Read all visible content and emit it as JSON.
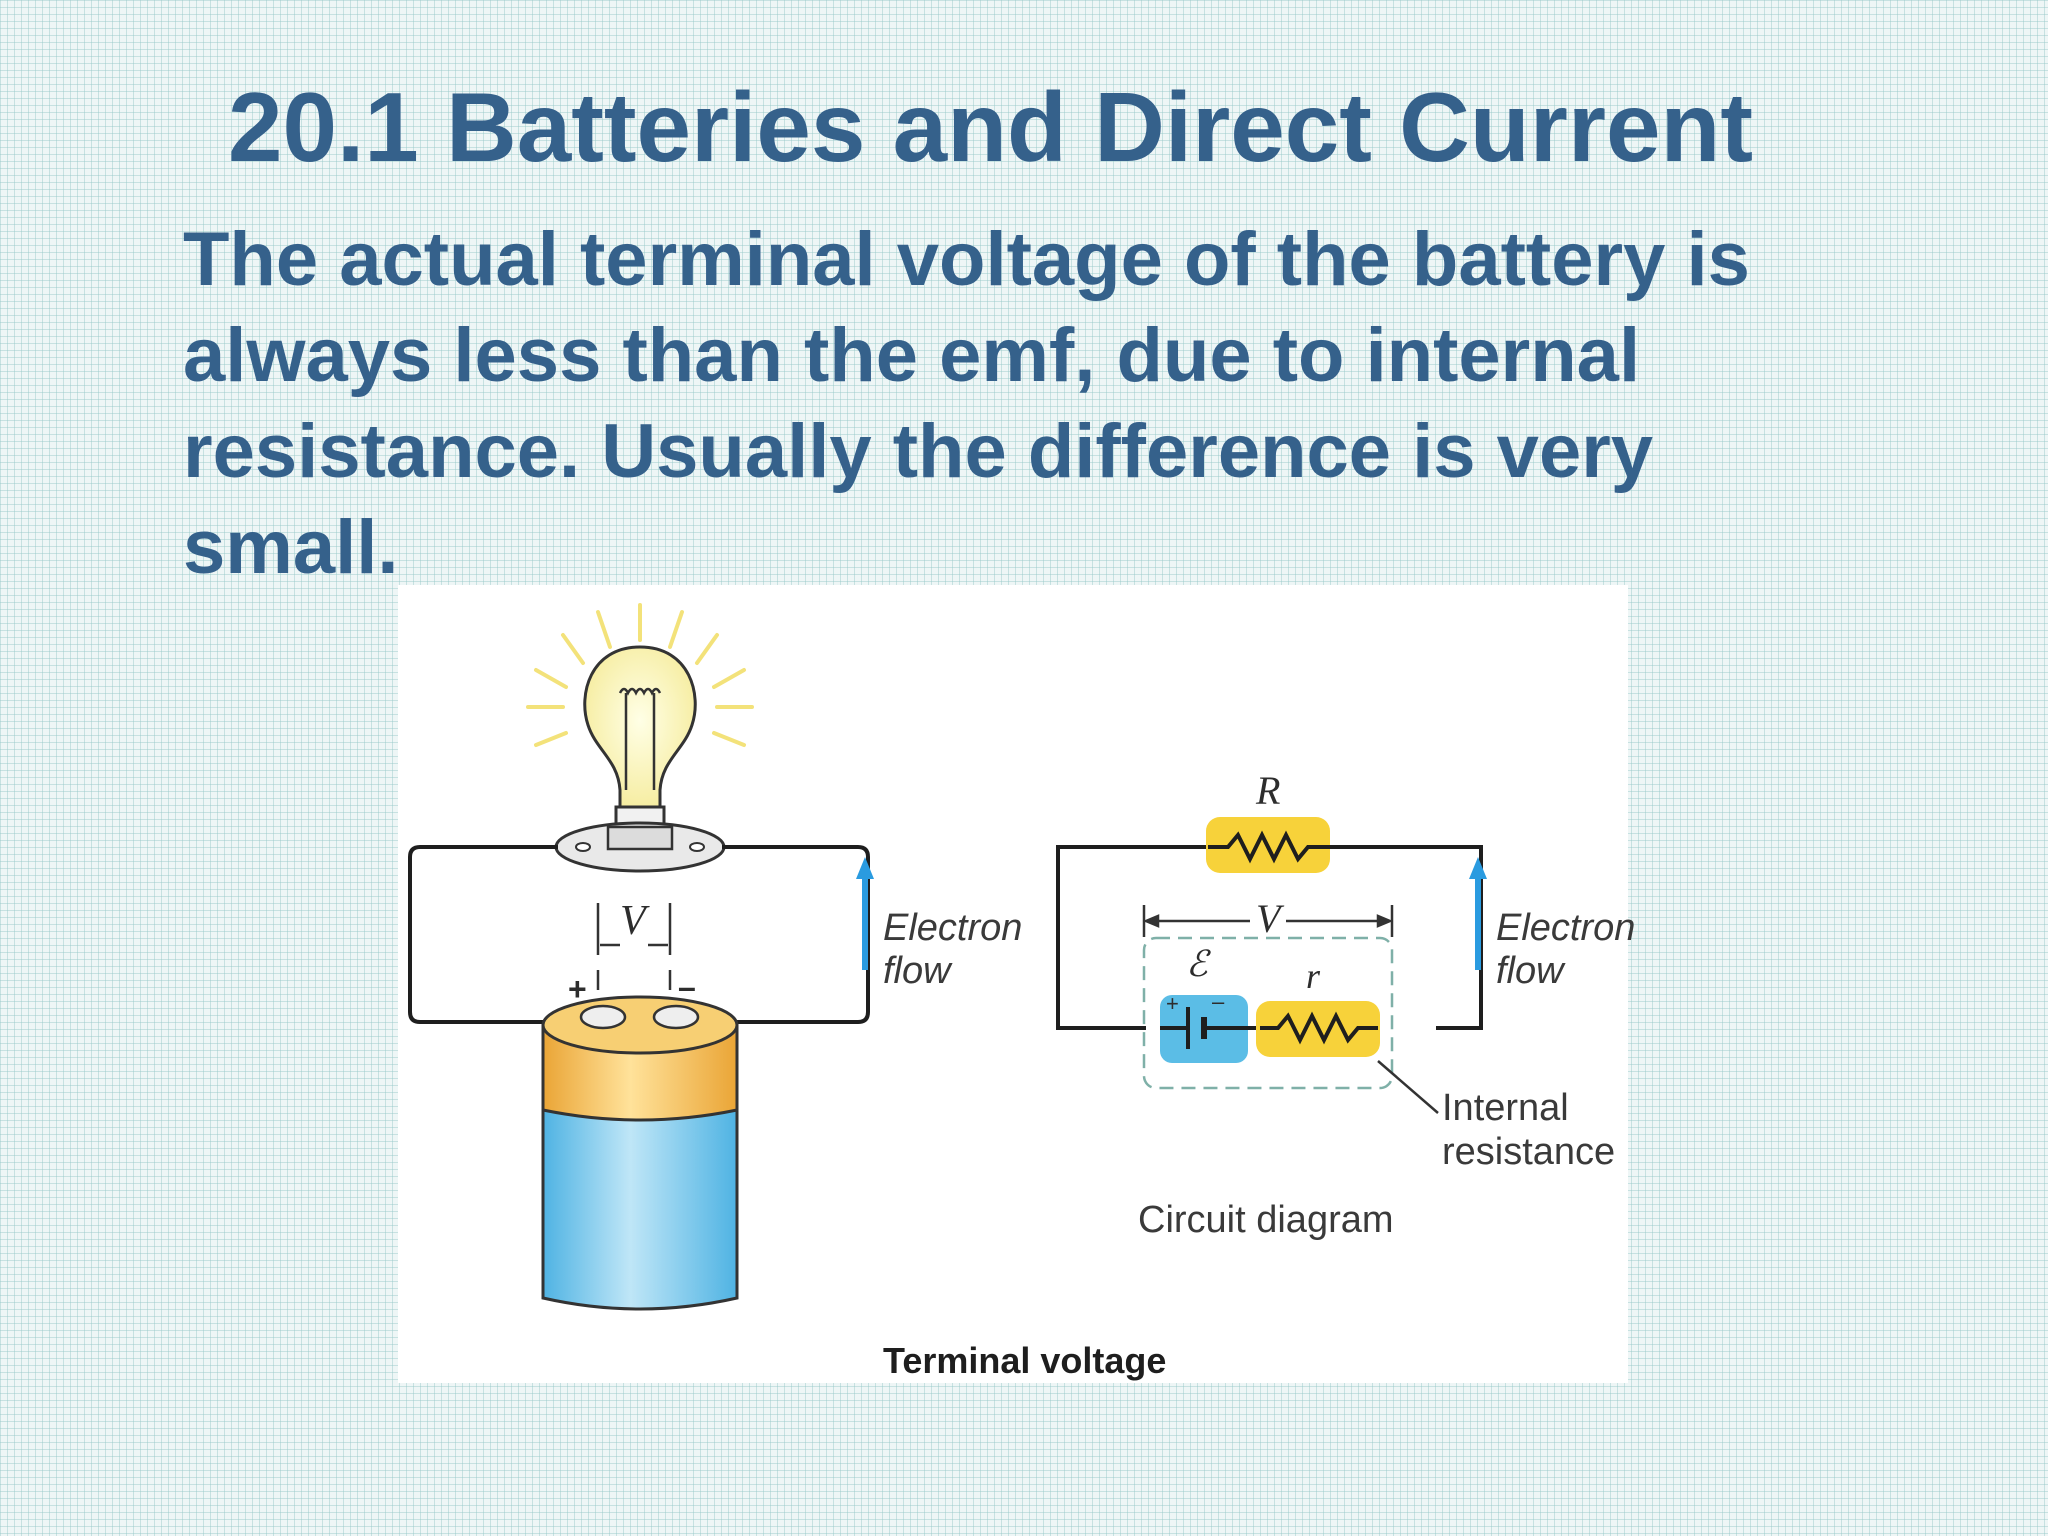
{
  "slide": {
    "title": "20.1 Batteries and Direct Current",
    "body": "The actual terminal voltage of the battery is always less than the emf, due to internal resistance. Usually the difference is very small."
  },
  "figure": {
    "caption": "Terminal voltage",
    "left": {
      "voltage_symbol": "V",
      "plus_sign": "+",
      "minus_sign": "–",
      "electron_flow_line1": "Electron",
      "electron_flow_line2": "flow"
    },
    "right": {
      "resistor_label": "R",
      "voltage_symbol": "V",
      "emf_symbol": "ℰ",
      "internal_resistor_label": "r",
      "plus_sign": "+",
      "minus_sign": "–",
      "electron_flow_line1": "Electron",
      "electron_flow_line2": "flow",
      "internal_resistance_line1": "Internal",
      "internal_resistance_line2": "resistance",
      "diagram_label": "Circuit diagram"
    }
  },
  "colors": {
    "text": "#35618b",
    "resistor": "#f7d23a",
    "battery_body": "#5bbde6",
    "battery_top": "#f2b743",
    "arrow": "#2a9be0"
  }
}
